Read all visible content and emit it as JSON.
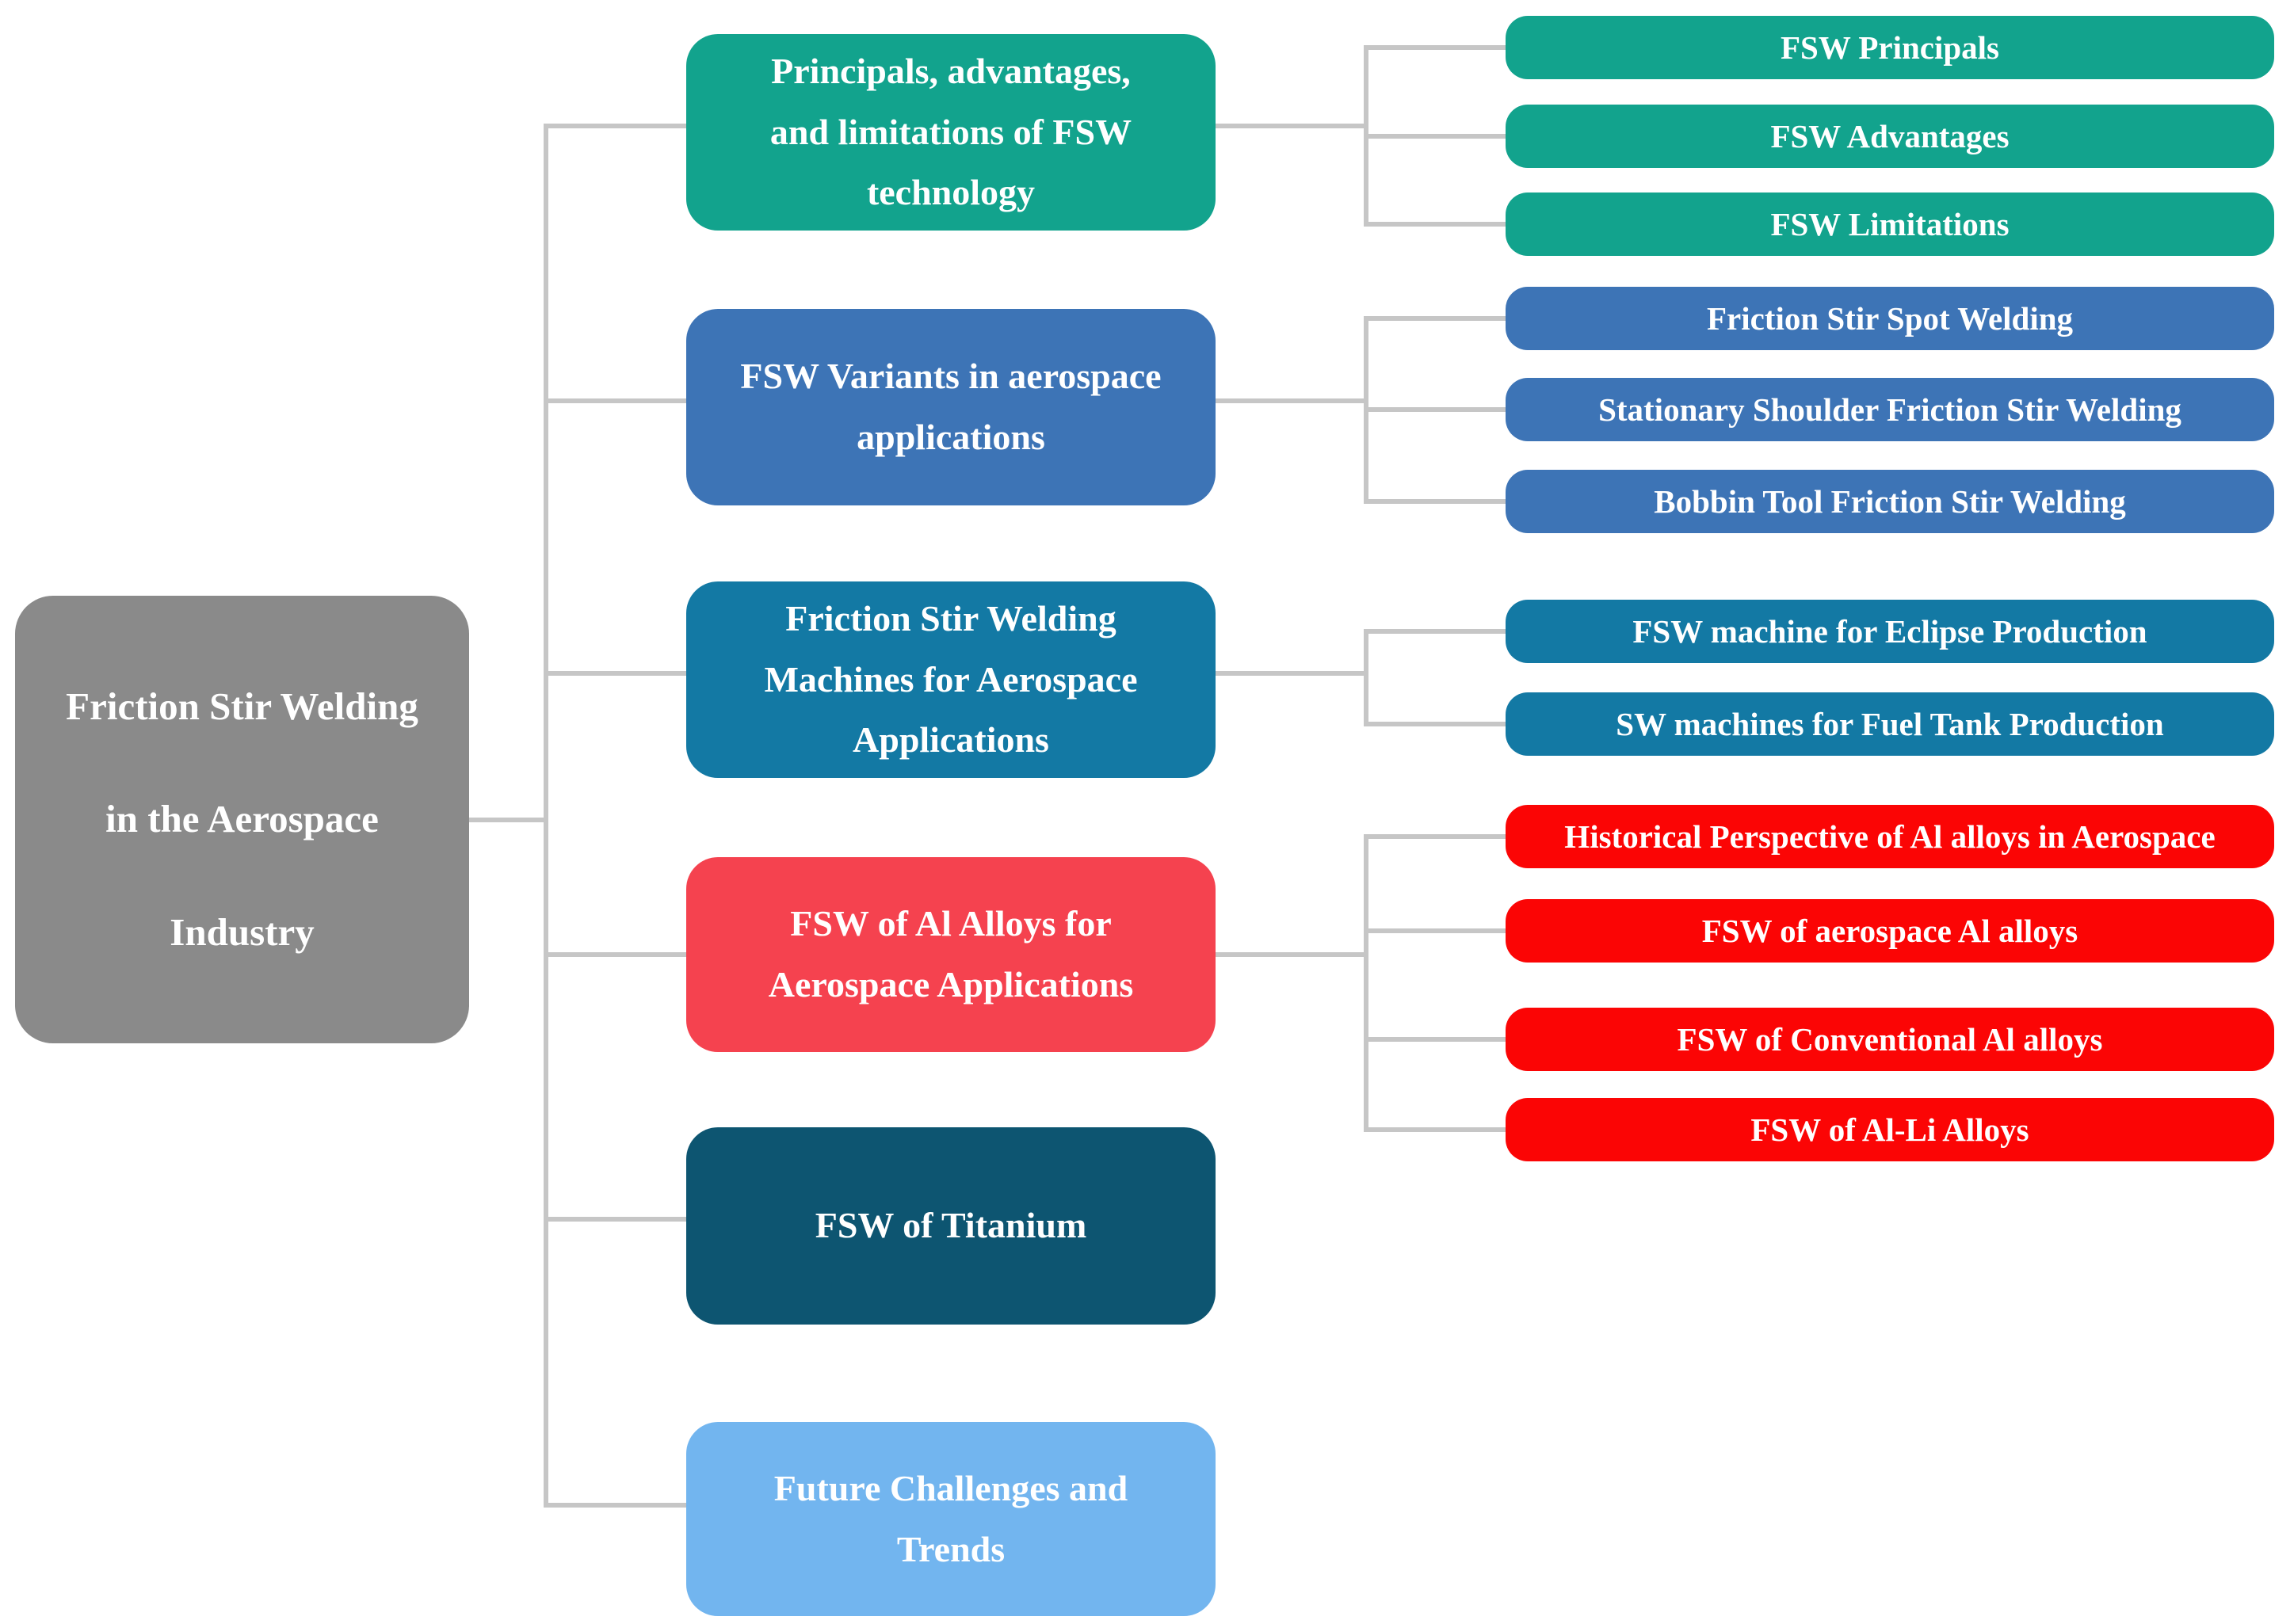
{
  "root": {
    "label": "Friction Stir Welding\nin the Aerospace\nIndustry",
    "color": "#8A8A8A"
  },
  "connector_color": "#C6C6C6",
  "text_color": "#FFFFFF",
  "branches": [
    {
      "label": "Principals, advantages,\nand limitations of FSW\ntechnology",
      "color": "#12A38D",
      "children": [
        {
          "label": "FSW Principals",
          "color": "#12A38D"
        },
        {
          "label": "FSW Advantages",
          "color": "#12A38D"
        },
        {
          "label": "FSW Limitations",
          "color": "#12A38D"
        }
      ]
    },
    {
      "label": "FSW Variants in aerospace\napplications",
      "color": "#3D74B6",
      "children": [
        {
          "label": "Friction Stir Spot Welding",
          "color": "#3D74B6"
        },
        {
          "label": "Stationary Shoulder Friction Stir Welding",
          "color": "#3D74B6"
        },
        {
          "label": "Bobbin Tool Friction Stir Welding",
          "color": "#3D74B6"
        }
      ]
    },
    {
      "label": "Friction Stir Welding\nMachines for Aerospace\nApplications",
      "color": "#1379A4",
      "children": [
        {
          "label": "FSW machine for Eclipse Production",
          "color": "#1379A4"
        },
        {
          "label": "SW machines for Fuel Tank Production",
          "color": "#1379A4"
        }
      ]
    },
    {
      "label": "FSW of Al Alloys for\nAerospace Applications",
      "color": "#F5424F",
      "children": [
        {
          "label": "Historical Perspective of Al alloys in Aerospace",
          "color": "#FB0505"
        },
        {
          "label": "FSW of aerospace Al alloys",
          "color": "#FB0505"
        },
        {
          "label": "FSW of Conventional Al alloys",
          "color": "#FB0505"
        },
        {
          "label": "FSW of Al-Li Alloys",
          "color": "#FB0505"
        }
      ]
    },
    {
      "label": "FSW of Titanium",
      "color": "#0D5571",
      "children": []
    },
    {
      "label": "Future Challenges and\nTrends",
      "color": "#72B5EF",
      "children": []
    }
  ]
}
